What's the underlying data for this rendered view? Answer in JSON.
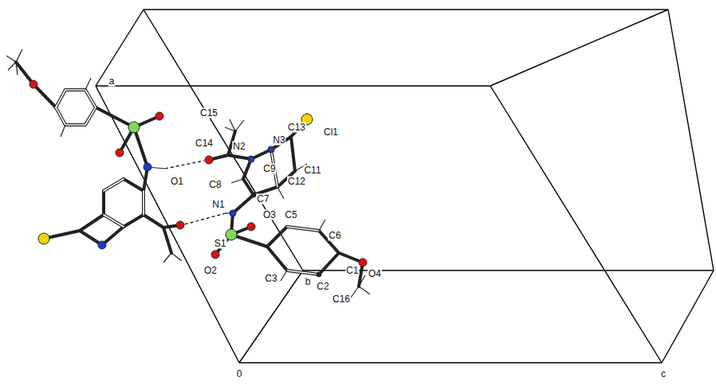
{
  "diagram": {
    "labels": [
      "a",
      "C15",
      "C13",
      "Cl1",
      "N3",
      "C14",
      "N2",
      "O1",
      "C9",
      "C11",
      "C8",
      "C12",
      "N1",
      "C7",
      "O3",
      "C5",
      "C6",
      "S1",
      "O2",
      "C3",
      "C2",
      "C1",
      "b",
      "C16",
      "O4",
      "0",
      "c"
    ]
  }
}
